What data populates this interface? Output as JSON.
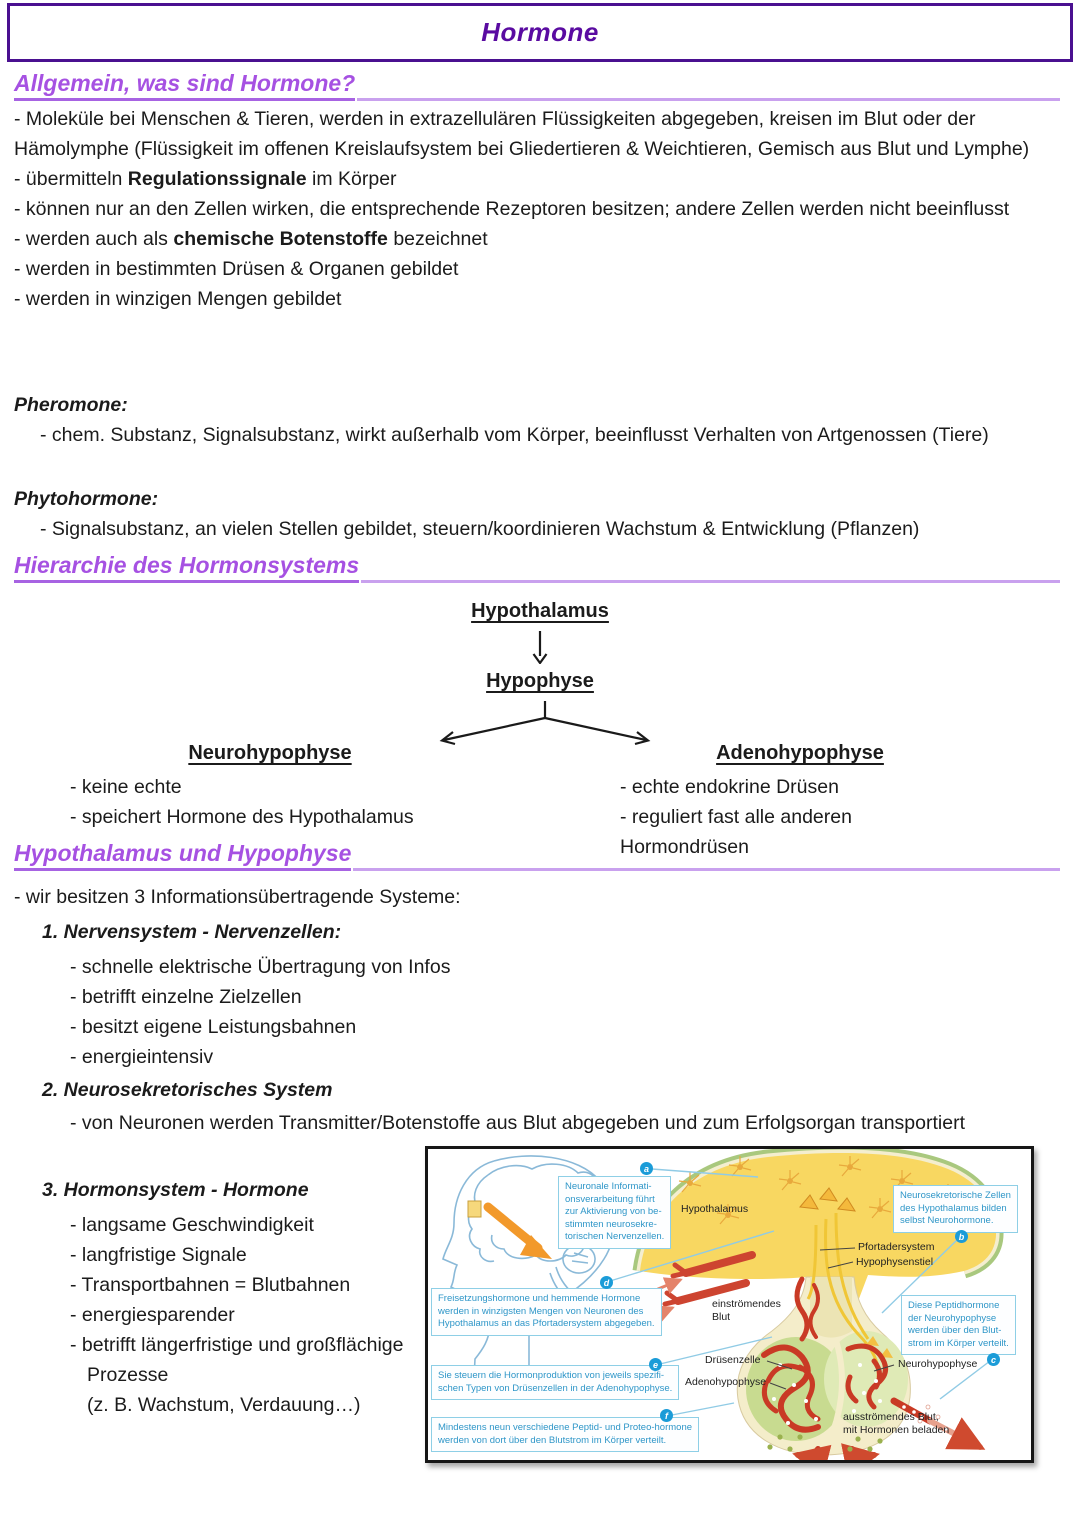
{
  "doc": {
    "title": "Hormone",
    "colors": {
      "title_purple": "#5a0ba1",
      "title_border": "#4a1090",
      "heading_purple": "#a651e2",
      "heading_rule": "#c9a1ee",
      "body_text": "#1b1b1b",
      "callout_blue": "#2e96c8",
      "callout_border": "#8ecfe6",
      "badge_blue": "#1b9cd8"
    }
  },
  "allgemein": {
    "heading": "Allgemein, was sind Hormone?",
    "items": [
      {
        "pre": "- Moleküle bei Menschen & Tieren, werden in extrazellulären Flüssigkeiten abgegeben, kreisen im Blut oder der Hämolymphe (Flüssigkeit im offenen Kreislaufsystem bei Gliedertieren & Weichtieren, Gemisch aus Blut und Lymphe)",
        "bold": "",
        "post": ""
      },
      {
        "pre": "- übermitteln ",
        "bold": "Regulationssignale",
        "post": " im Körper"
      },
      {
        "pre": "- können nur an den Zellen wirken, die entsprechende Rezeptoren besitzen; andere Zellen werden nicht beeinflusst",
        "bold": "",
        "post": ""
      },
      {
        "pre": "- werden auch als ",
        "bold": "chemische Botenstoffe",
        "post": " bezeichnet"
      },
      {
        "pre": "- werden in bestimmten Drüsen & Organen gebildet",
        "bold": "",
        "post": ""
      },
      {
        "pre": "- werden in winzigen Mengen gebildet",
        "bold": "",
        "post": ""
      }
    ]
  },
  "pheromone": {
    "label": "Pheromone:",
    "item": "- chem. Substanz, Signalsubstanz, wirkt außerhalb vom Körper, beeinflusst Verhalten von Artgenossen (Tiere)"
  },
  "phytohormone": {
    "label": "Phytohormone:",
    "item": "- Signalsubstanz, an vielen Stellen gebildet, steuern/koordinieren Wachstum & Entwicklung (Pflanzen)"
  },
  "hierarchie": {
    "heading": "Hierarchie des Hormonsystems",
    "top": "Hypothalamus",
    "mid": "Hypophyse",
    "left": {
      "title": "Neurohypophyse",
      "items": [
        "- keine echte",
        "- speichert Hormone des Hypothalamus"
      ]
    },
    "right": {
      "title": "Adenohypophyse",
      "items": [
        "- echte endokrine Drüsen",
        "- reguliert fast alle anderen Hormondrüsen"
      ]
    }
  },
  "hypo": {
    "heading": "Hypothalamus und Hypophyse",
    "intro": "- wir besitzen 3 Informationsübertragende Systeme:",
    "sys1": {
      "title": "1. Nervensystem - Nervenzellen:",
      "items": [
        "- schnelle elektrische Übertragung von Infos",
        "- betrifft einzelne Zielzellen",
        "- besitzt eigene Leistungsbahnen",
        "- energieintensiv"
      ]
    },
    "sys2": {
      "title": "2. Neurosekretorisches System",
      "item": "- von Neuronen werden Transmitter/Botenstoffe aus Blut abgegeben und zum Erfolgsorgan transportiert"
    },
    "sys3": {
      "title": "3. Hormonsystem - Hormone",
      "items": [
        "- langsame Geschwindigkeit",
        "- langfristige Signale",
        "- Transportbahnen = Blutbahnen",
        "- energiesparender",
        "- betrifft längerfristige und großflächige Prozesse"
      ],
      "note": "(z. B. Wachstum, Verdauung…)"
    }
  },
  "figure": {
    "callouts": {
      "a": {
        "letter": "a",
        "text": "Neuronale Informati-\nonsverarbeitung führt\nzur Aktivierung von be-\nstimmten neurosekre-\ntorischen Nervenzellen."
      },
      "b": {
        "letter": "b",
        "text": "Neurosekretorische Zellen\ndes Hypothalamus bilden\nselbst Neurohormone."
      },
      "c": {
        "letter": "c",
        "text": "Diese Peptidhormone\nder Neurohypophyse\nwerden über den Blut-\nstrom im Körper verteilt."
      },
      "d": {
        "letter": "d",
        "text": "Freisetzungshormone und hemmende Hormone\nwerden in winzigsten Mengen von Neuronen des\nHypothalamus an das Pfortadersystem abgegeben."
      },
      "e": {
        "letter": "e",
        "text": "Sie steuern die Hormonproduktion von jeweils spezifi-\nschen Typen von Drüsenzellen in der Adenohypophyse."
      },
      "f": {
        "letter": "f",
        "text": "Mindestens neun verschiedene Peptid- und Proteo-hormone\nwerden von dort über den Blutstrom im Körper verteilt."
      }
    },
    "labels": {
      "hypothalamus": "Hypothalamus",
      "pfortadersystem": "Pfortadersystem",
      "hypophysenstiel": "Hypophysenstiel",
      "einstroemendes_blut": "einströmendes\nBlut",
      "druesenzelle": "Drüsenzelle",
      "adenohypophyse": "Adenohypophyse",
      "neurohypophyse": "Neurohypophyse",
      "ausstroemendes_blut": "ausströmendes Blut,\nmit Hormonen beladen"
    }
  }
}
